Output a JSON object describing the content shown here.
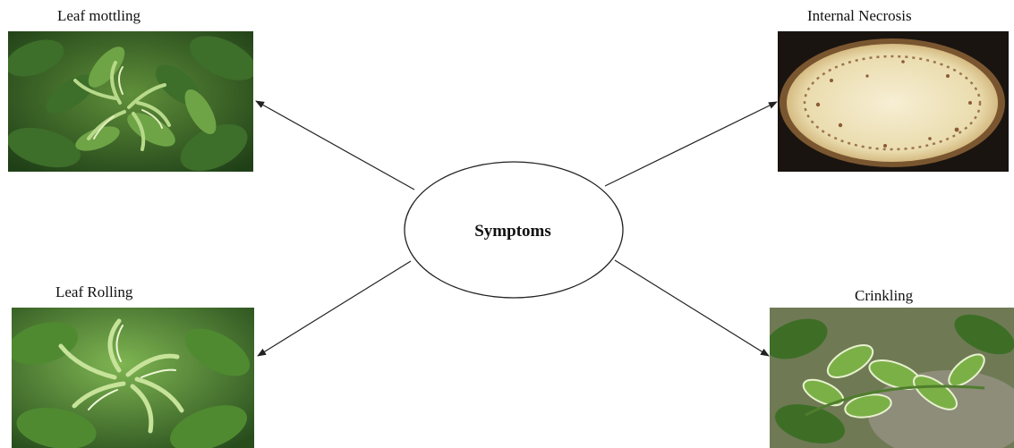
{
  "center": {
    "label": "Symptoms"
  },
  "nodes": {
    "leaf_mottling": {
      "label": "Leaf mottling",
      "image": "leaf-mottling-photo"
    },
    "internal_necrosis": {
      "label": "Internal Necrosis",
      "image": "internal-necrosis-photo"
    },
    "leaf_rolling": {
      "label": "Leaf Rolling",
      "image": "leaf-rolling-photo"
    },
    "crinkling": {
      "label": "Crinkling",
      "image": "crinkling-photo"
    }
  },
  "colors": {
    "line": "#222222",
    "leaf_dark": "#2f5e22",
    "leaf_light": "#a9cf73",
    "tuber_flesh": "#f2e8c6",
    "tuber_skin": "#6b4b2a"
  }
}
